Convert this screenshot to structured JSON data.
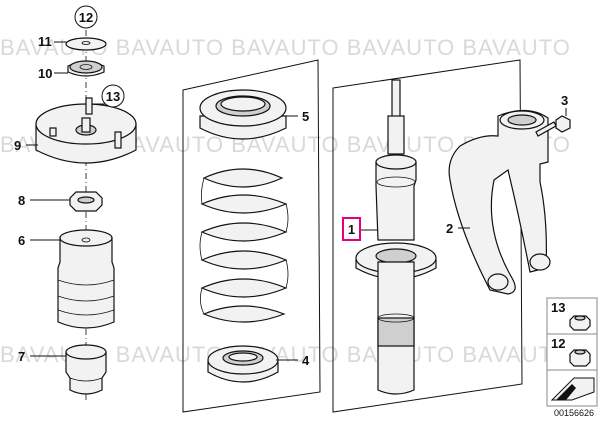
{
  "watermark": {
    "text": "BAVAUTO BAVAUTO BAVAUTO BAVAUTO BAVAUTO"
  },
  "callouts": {
    "c1": "1",
    "c2": "2",
    "c3": "3",
    "c4": "4",
    "c5": "5",
    "c6": "6",
    "c7": "7",
    "c8": "8",
    "c9": "9",
    "c10": "10",
    "c11": "11",
    "c12": "12",
    "c13": "13"
  },
  "legend": {
    "item13": "13",
    "item12": "12"
  },
  "footer": {
    "diagram_id": "00156626"
  },
  "colors": {
    "highlight": "#e4007c",
    "line": "#111111",
    "watermark": "#d9d9d9"
  }
}
